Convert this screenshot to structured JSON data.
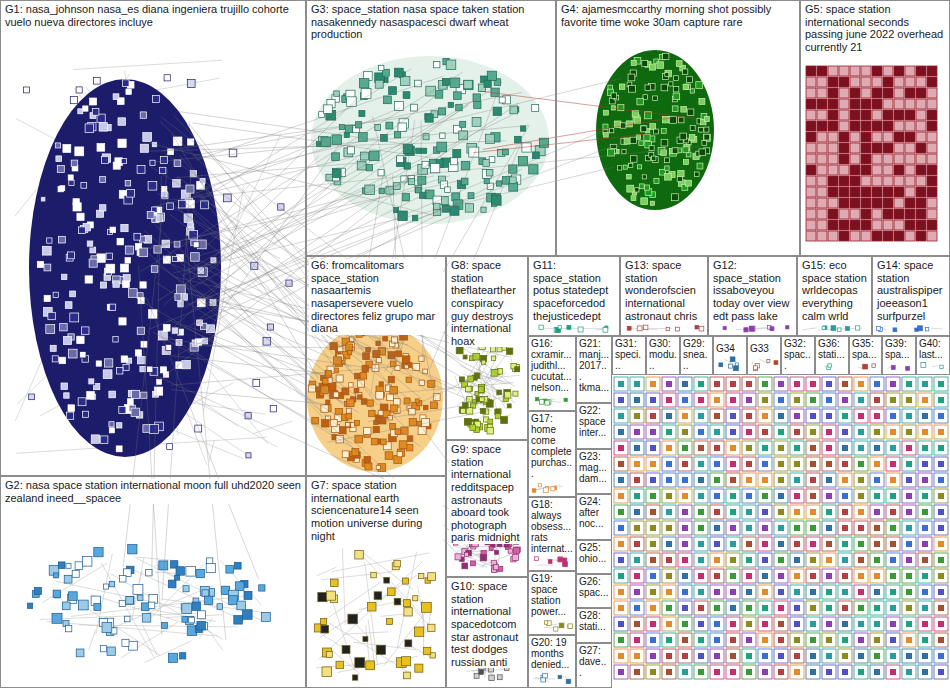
{
  "diagram": {
    "nodes": [
      {
        "text": [
          "G1: nasa_johnson nasa_es diana ingeniera trujillo cohorte vuelo nueva directores incluye"
        ]
      },
      {
        "text": [
          "G2: nasa space station international moon full uhd2020 seen zealand ineed__spacee"
        ]
      },
      {
        "text": [
          "G3: space_station nasa space taken station nasakennedy nasaspacesci dwarf wheat production"
        ]
      },
      {
        "text": [
          "G4: ajamesmccarthy morning shot possibly favorite time woke 30am capture rare"
        ]
      },
      {
        "text": [
          "G5: space station international seconds passing june 2022 overhead currently 21"
        ]
      },
      {
        "text": [
          "G6: fromcalitomars space_station nasaartemis nasapersevere vuelo directores feliz grupo mar diana"
        ]
      },
      {
        "text": [
          "G7: space station international earth sciencenature14 seen motion universe during night"
        ]
      },
      {
        "text": [
          "G8: space station theflatearther conspiracy guy destroys international hoax"
        ]
      },
      {
        "text": [
          "G9: space station international redditspacep astronauts aboard took photograph paris midnight"
        ]
      },
      {
        "text": [
          "G10: space station international spacedotcom star astronaut test dodges russian anti"
        ]
      },
      {
        "text": [
          "G11: space_station potus statedept spaceforcedod thejusticedept"
        ]
      },
      {
        "text": [
          "G13: space station wonderofscien international astronaut chris"
        ]
      },
      {
        "text": [
          "G12: space_station issaboveyou today over view edt pass lake"
        ]
      },
      {
        "text": [
          "G15: eco space station wrldecopas everything calm wrld"
        ]
      },
      {
        "text": [
          "G14: space station australispiper joeeason1 surfpurzel"
        ]
      },
      {
        "text": [
          "G16: cxramir... judithl... cucutat... nelson..."
        ]
      },
      {
        "text": [
          "G17: home come complete purchas..."
        ]
      },
      {
        "text": [
          "G18: always obsess... rats internat..."
        ]
      },
      {
        "text": [
          "G19: space station power..."
        ]
      },
      {
        "text": [
          "G20: 19 months denied..."
        ]
      },
      {
        "text": [
          "G21: manj... 2017... tkma..."
        ]
      },
      {
        "text": [
          "G22: space inter..."
        ]
      },
      {
        "text": [
          "G23: mag... dam..."
        ]
      },
      {
        "text": [
          "G24: after noc..."
        ]
      },
      {
        "text": [
          "G25: ohio..."
        ]
      },
      {
        "text": [
          "G26: spac..."
        ]
      },
      {
        "text": [
          "G28: stati..."
        ]
      },
      {
        "text": [
          "G27: dave..."
        ]
      },
      {
        "text": [
          "G31: speci..."
        ]
      },
      {
        "text": [
          "G30: modu..."
        ]
      },
      {
        "text": [
          "G29: snea..."
        ]
      },
      {
        "text": [
          "G34"
        ]
      },
      {
        "text": [
          "G33"
        ]
      },
      {
        "text": [
          "G32: spac..."
        ]
      },
      {
        "text": [
          "G36: stati..."
        ]
      },
      {
        "text": [
          "G35: spa..."
        ]
      },
      {
        "text": [
          "G39: spa..."
        ]
      },
      {
        "text": [
          "G40: last..."
        ]
      }
    ]
  }
}
